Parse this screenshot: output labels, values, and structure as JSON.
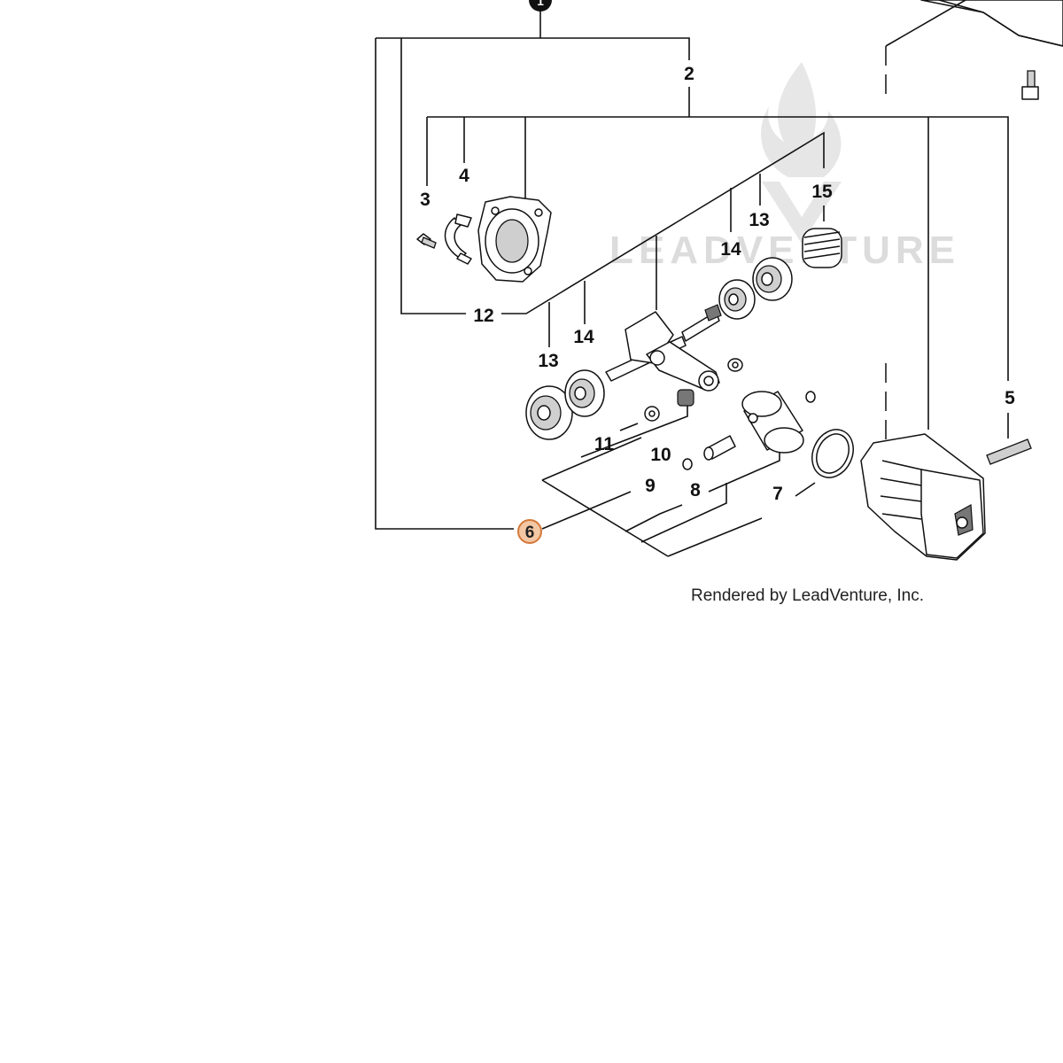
{
  "diagram": {
    "watermark_text": "LEADVENTURE",
    "footer_text": "Rendered by LeadVenture, Inc.",
    "top_marker": "1",
    "callouts": {
      "c2": "2",
      "c3": "3",
      "c4": "4",
      "c5": "5",
      "c6": "6",
      "c7": "7",
      "c8": "8",
      "c9": "9",
      "c10": "10",
      "c11": "11",
      "c12": "12",
      "c13a": "13",
      "c13b": "13",
      "c14a": "14",
      "c14b": "14",
      "c15": "15"
    },
    "colors": {
      "line": "#111111",
      "highlight_fill": "#f3c7a4",
      "highlight_stroke": "#d4783a",
      "watermark": "#d9d9d9"
    }
  }
}
